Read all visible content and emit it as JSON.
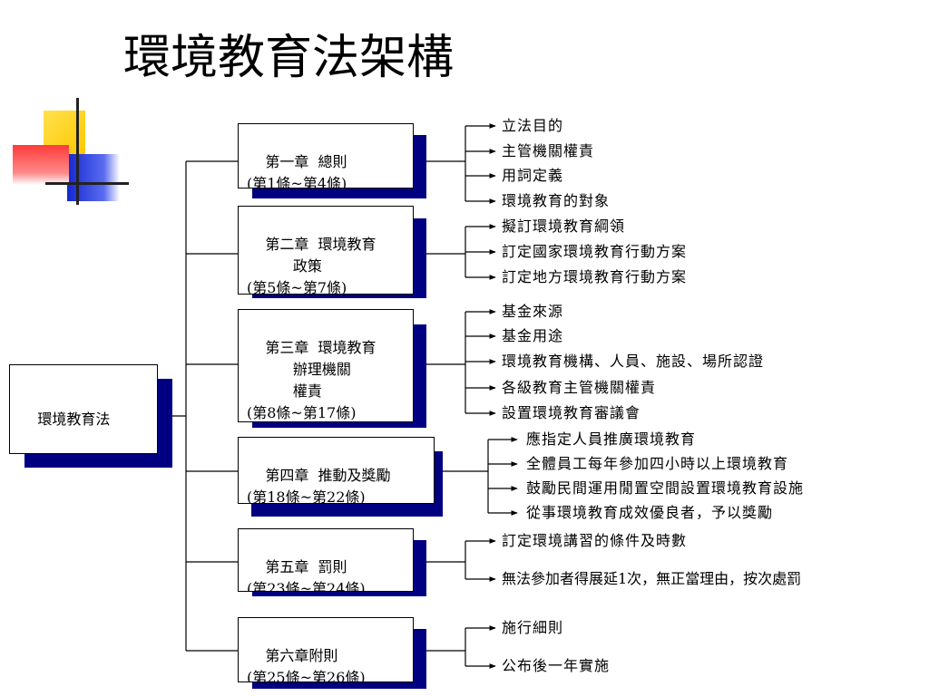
{
  "slide": {
    "title": "環境教育法架構",
    "root": {
      "label": "環境教育法"
    }
  },
  "chapters": [
    {
      "label": "第一章  總則\n(第1條~第4條)",
      "items": [
        "立法目的",
        "主管機關權責",
        "用詞定義",
        "環境教育的對象"
      ]
    },
    {
      "label": "第二章  環境教育\n          政策\n(第5條~第7條)",
      "items": [
        "擬訂環境教育綱領",
        "訂定國家環境教育行動方案",
        "訂定地方環境教育行動方案"
      ]
    },
    {
      "label": "第三章  環境教育\n          辦理機關\n          權責\n(第8條~第17條)",
      "items": [
        "基金來源",
        "基金用途",
        "環境教育機構、人員、施設、場所認證",
        "各級教育主管機關權責",
        "設置環境教育審議會"
      ]
    },
    {
      "label": "第四章  推動及獎勵\n(第18條~第22條)",
      "items": [
        "應指定人員推廣環境教育",
        "全體員工每年參加四小時以上環境教育",
        "鼓勵民間運用閒置空間設置環境教育設施",
        "從事環境教育成效優良者，予以獎勵"
      ]
    },
    {
      "label": "第五章  罰則\n(第23條~第24條)",
      "items": [
        "訂定環境講習的條件及時數",
        "無法參加者得展延1次，無正當理由，按次處罰"
      ]
    },
    {
      "label": "第六章附則\n(第25條~第26條)",
      "items": [
        "施行細則",
        "公布後一年實施"
      ]
    }
  ],
  "colors": {
    "shadow": "#000080",
    "deco_yellow": "#ffd200",
    "deco_blue": "#2a3cd8",
    "deco_red": "#ff5050"
  }
}
